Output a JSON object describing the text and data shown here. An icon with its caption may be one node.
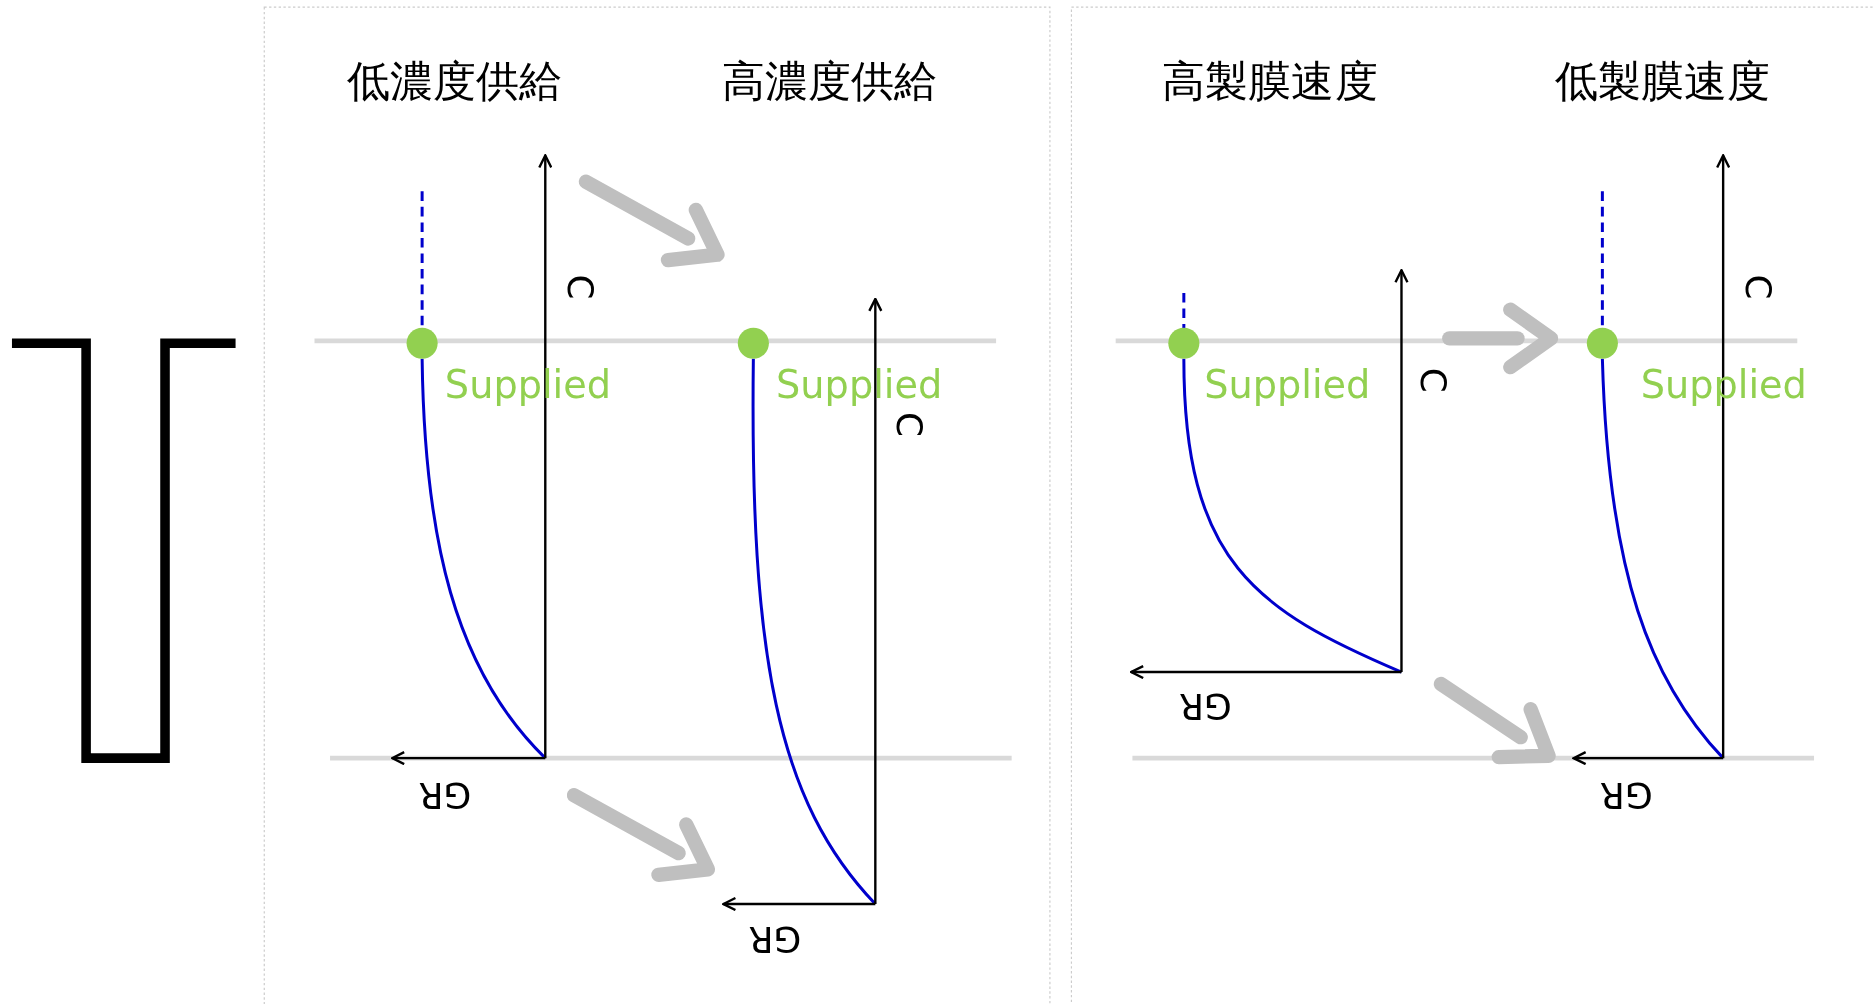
{
  "diagram": {
    "labels": [
      "低濃度供給",
      "高濃度供給",
      "高製膜速度",
      "低製膜速度",
      "C",
      "Supplied",
      "GR",
      "C",
      "Supplied",
      "GR",
      "C",
      "Supplied",
      "GR",
      "C",
      "Supplied",
      "GR"
    ]
  }
}
